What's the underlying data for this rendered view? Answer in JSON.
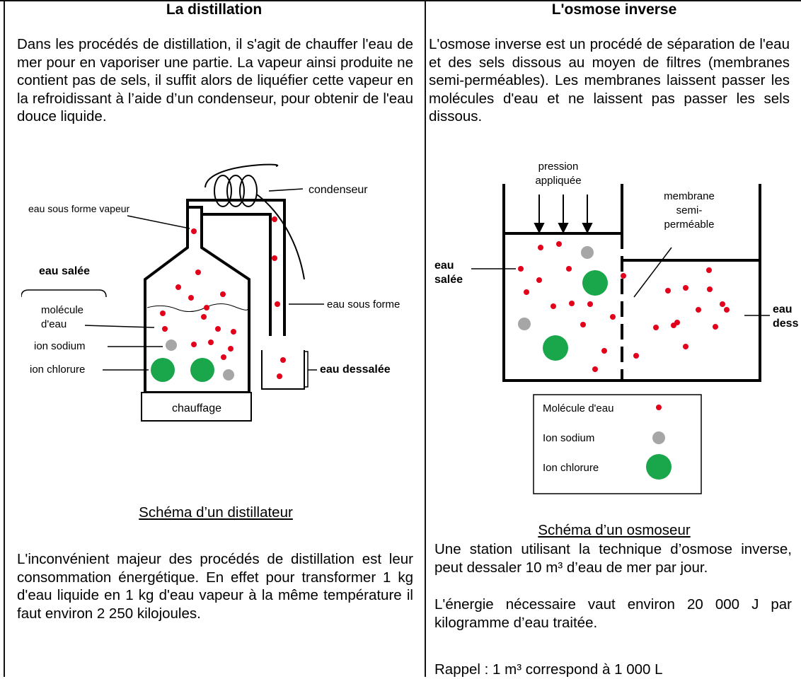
{
  "left": {
    "title": "La distillation",
    "intro": "Dans les procédés de distillation, il s'agit de chauffer l'eau de mer pour en vaporiser une partie. La vapeur ainsi produite ne contient pas de sels, il suffit alors de liquéfier cette vapeur en la refroidissant à l’aide d’un condenseur, pour obtenir de l'eau douce liquide.",
    "diagram": {
      "label_condenseur": "condenseur",
      "label_vapeur": "eau sous forme vapeur",
      "label_salee": "eau salée",
      "label_molecule_1": "molécule",
      "label_molecule_2": "d'eau",
      "label_sodium": "ion sodium",
      "label_chlorure": "ion chlorure",
      "label_sous_forme": "eau sous forme",
      "label_dessalee": "eau dessalée",
      "label_chauffage": "chauffage"
    },
    "caption": "Schéma d’un distillateur",
    "conclusion": "L'inconvénient majeur des procédés de distillation est leur consommation énergétique. En effet pour transformer 1 kg d'eau liquide en 1 kg d'eau vapeur à la même température il faut environ 2 250 kilojoules."
  },
  "right": {
    "title": "L'osmose inverse",
    "intro": "L'osmose inverse est un procédé de séparation de l'eau et des sels dissous au moyen de filtres (membranes semi-perméables). Les membranes laissent passer les molécules d'eau et ne laissent pas passer les sels dissous.",
    "diagram": {
      "label_pression_1": "pression",
      "label_pression_2": "appliquée",
      "label_membrane_1": "membrane",
      "label_membrane_2": "semi-",
      "label_membrane_3": "perméable",
      "label_eau_salee_1": "eau",
      "label_eau_salee_2": "salée",
      "label_eau_dess_1": "eau",
      "label_eau_dess_2": "dess",
      "legend_molecule": "Molécule d'eau",
      "legend_sodium": "Ion sodium",
      "legend_chlorure": "Ion chlorure"
    },
    "caption": "Schéma d’un osmoseur",
    "p1": "Une station utilisant la technique d’osmose inverse, peut dessaler 10 m³ d’eau de mer par jour.",
    "p2": "L'énergie nécessaire vaut environ 20 000 J par kilogramme d’eau traitée.",
    "p3": "Rappel : 1 m³ correspond à 1 000 L"
  },
  "colors": {
    "water": "#e3001b",
    "sodium": "#a6a6a6",
    "chloride": "#1aa64b"
  }
}
